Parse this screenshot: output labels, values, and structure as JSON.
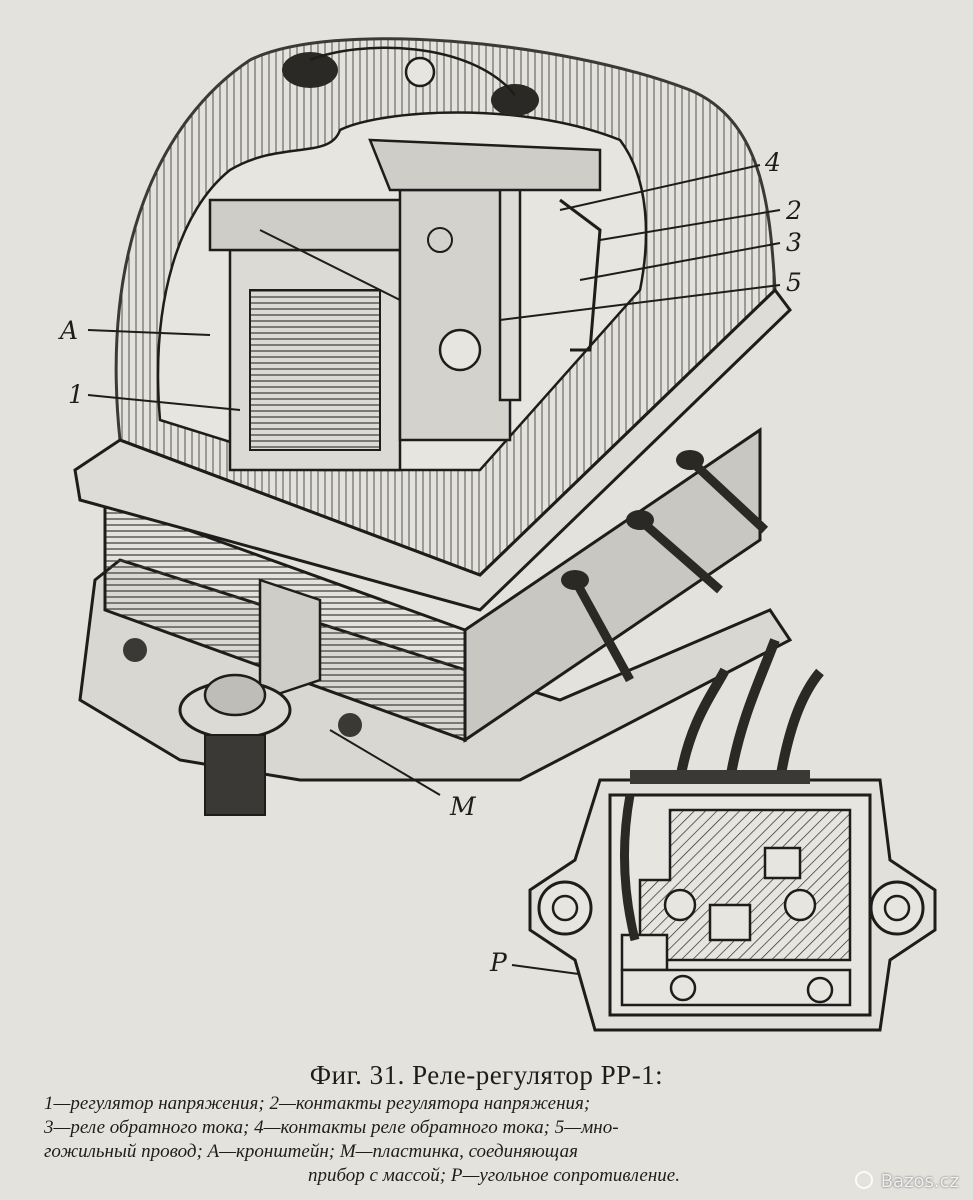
{
  "figure": {
    "callouts": {
      "c4": "4",
      "c2": "2",
      "c3": "3",
      "c5": "5",
      "cA": "A",
      "c1": "1",
      "cM": "M",
      "cP": "P"
    },
    "caption": "Фиг. 31. Реле-регулятор РР-1:",
    "legend_lines": [
      "1—регулятор напряжения; 2—контакты регулятора напряжения;",
      "3—реле обратного тока; 4—контакты реле обратного тока; 5—мно-",
      "гожильный провод; А—кронштейн; М—пластинка, соединяющая",
      "прибор с массой; Р—угольное сопротивление."
    ]
  },
  "watermark": {
    "text": "Bazos.cz",
    "icon": "at-sign-icon"
  }
}
